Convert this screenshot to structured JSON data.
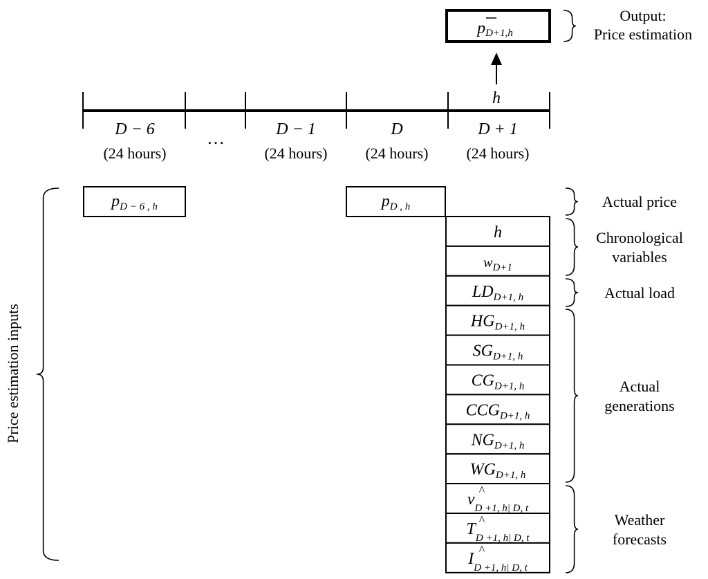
{
  "output": {
    "symbol": "p",
    "sub": "D+1,h",
    "label_line1": "Output:",
    "label_line2": "Price estimation"
  },
  "timeline": {
    "hour_marker": "h",
    "ellipsis": "…",
    "days": [
      {
        "label": "D − 6",
        "hours": "(24 hours)"
      },
      {
        "label": "D − 1",
        "hours": "(24 hours)"
      },
      {
        "label": "D",
        "hours": "(24 hours)"
      },
      {
        "label": "D + 1",
        "hours": "(24 hours)"
      }
    ]
  },
  "price_boxes": [
    {
      "symbol": "p",
      "sub": "D − 6 , h"
    },
    {
      "symbol": "p",
      "sub": "D , h"
    }
  ],
  "input_column": [
    {
      "symbol": "h",
      "sub": "",
      "hat": false
    },
    {
      "symbol": "w",
      "sub": "D+1",
      "hat": false
    },
    {
      "symbol": "LD",
      "sub": "D+1, h",
      "hat": false
    },
    {
      "symbol": "HG",
      "sub": "D+1, h",
      "hat": false
    },
    {
      "symbol": "SG",
      "sub": "D+1, h",
      "hat": false
    },
    {
      "symbol": "CG",
      "sub": "D+1, h",
      "hat": false
    },
    {
      "symbol": "CCG",
      "sub": "D+1, h",
      "hat": false
    },
    {
      "symbol": "NG",
      "sub": "D+1, h",
      "hat": false
    },
    {
      "symbol": "WG",
      "sub": "D+1, h",
      "hat": false
    },
    {
      "symbol": "v",
      "sub": "D +1, h| D, t",
      "hat": true
    },
    {
      "symbol": "T",
      "sub": "D +1, h| D, t",
      "hat": true
    },
    {
      "symbol": "I",
      "sub": "D +1, h| D, t",
      "hat": true
    }
  ],
  "groups": [
    {
      "lines": [
        "Actual price"
      ]
    },
    {
      "lines": [
        "Chronological",
        "variables"
      ]
    },
    {
      "lines": [
        "Actual load"
      ]
    },
    {
      "lines": [
        "Actual",
        "generations"
      ]
    },
    {
      "lines": [
        "Weather",
        "forecasts"
      ]
    }
  ],
  "inputs_label": "Price estimation inputs"
}
